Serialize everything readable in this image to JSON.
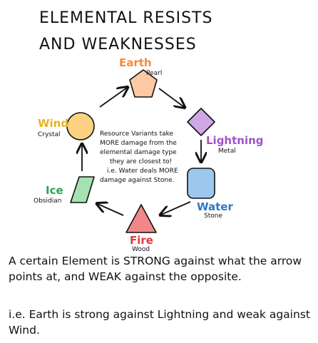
{
  "title": {
    "line1": "ELEMENTAL RESISTS",
    "line2": "AND WEAKNESSES"
  },
  "elements": [
    {
      "id": "earth",
      "name": "Earth",
      "variant": "Pearl",
      "shape": "pentagon",
      "color": "#F58A38",
      "fill": "#FDC8A4"
    },
    {
      "id": "lightning",
      "name": "Lightning",
      "variant": "Metal",
      "shape": "diamond",
      "color": "#A152C8",
      "fill": "#CFA7E6"
    },
    {
      "id": "water",
      "name": "Water",
      "variant": "Stone",
      "shape": "rounded-square",
      "color": "#2E77C4",
      "fill": "#9CC8F0"
    },
    {
      "id": "fire",
      "name": "Fire",
      "variant": "Wood",
      "shape": "triangle",
      "color": "#E0373F",
      "fill": "#F2878A"
    },
    {
      "id": "ice",
      "name": "Ice",
      "variant": "Obsidian",
      "shape": "parallelogram",
      "color": "#2FA35A",
      "fill": "#A5E2B1"
    },
    {
      "id": "wind",
      "name": "Wind",
      "variant": "Crystal",
      "shape": "circle",
      "color": "#E9B322",
      "fill": "#FCD182"
    }
  ],
  "center_note": {
    "lines": [
      "Resource Variants take",
      "MORE damage from the",
      "elemental damage type",
      "they are closest to!",
      "i.e. Water deals MORE",
      "damage against Stone."
    ]
  },
  "caption": {
    "rule": "A certain Element is STRONG against what the arrow points at, and WEAK against the opposite.",
    "example": "i.e. Earth is strong against Lightning and weak against Wind."
  }
}
